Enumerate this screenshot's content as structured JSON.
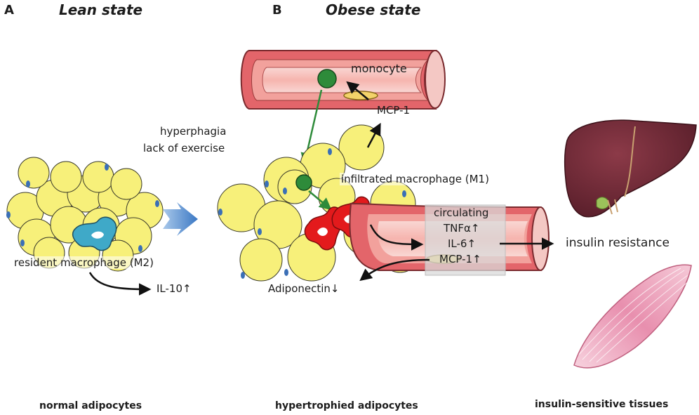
{
  "panels": {
    "a": {
      "letter": "A",
      "title": "Lean state"
    },
    "b": {
      "letter": "B",
      "title": "Obese state"
    }
  },
  "labels": {
    "monocyte": "monocyte",
    "mcp1_top": "MCP-1",
    "hyperphagia": "hyperphagia",
    "lack_of_exercise": "lack of exercise",
    "infiltrated_macrophage": "infiltrated macrophage (M1)",
    "resident_macrophage": "resident macrophage (M2)",
    "il10": "IL-10↑",
    "circulating": "circulating",
    "tnfa": "TNFα↑",
    "il6": "IL-6↑",
    "mcp1_circ": "MCP-1↑",
    "adiponectin": "Adiponectin↓",
    "insulin_resistance": "insulin resistance"
  },
  "captions": {
    "normal": "normal adipocytes",
    "hypertrophied": "hypertrophied adipocytes",
    "tissues": "insulin-sensitive tissues"
  },
  "colors": {
    "adipocyte": "#f7f07a",
    "adipocyte_stroke": "#3a3a2a",
    "nucleus": "#3b6fb6",
    "m2_macrophage": "#3fa9c8",
    "m1_macrophage": "#e31a1c",
    "monocyte": "#2e8b3a",
    "vessel_outer": "#e3656a",
    "vessel_inner": "#f6c8c4",
    "arrow_blue": "#5b9bd5",
    "arrow_green": "#2e8b3a",
    "liver": "#6b2a35",
    "muscle": "#e69ab4"
  },
  "icons": {
    "transition_arrow": "blue-right-arrow",
    "liver": "liver-icon",
    "muscle": "muscle-icon"
  }
}
